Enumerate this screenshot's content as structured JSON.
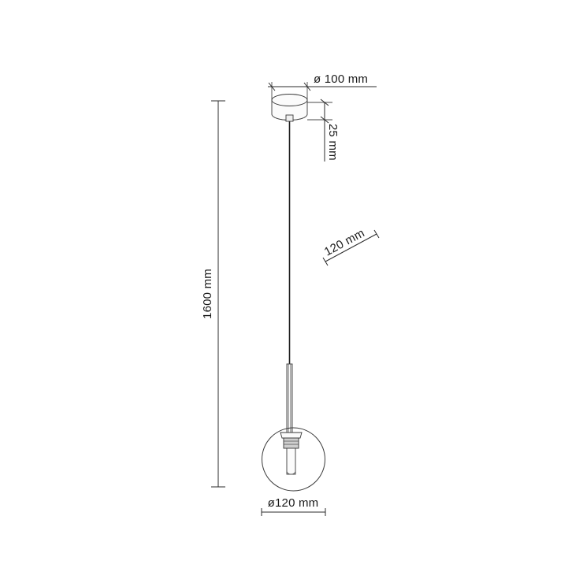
{
  "drawing": {
    "title": "Pendant lamp technical dimension drawing",
    "background_color": "#ffffff",
    "line_color": "#2b2b2b",
    "text_color": "#1a1a1a",
    "units": "mm"
  },
  "dimensions": {
    "canopy_diameter": {
      "label": "ø 100 mm",
      "value": 100,
      "orientation": "horizontal",
      "position": "top"
    },
    "canopy_height": {
      "label": "25 mm",
      "value": 25,
      "orientation": "vertical-rotated",
      "position": "top-right"
    },
    "shade_callout": {
      "label": "120 mm",
      "value": 120,
      "orientation": "diagonal",
      "position": "middle-right"
    },
    "total_height": {
      "label": "1600 mm",
      "value": 1600,
      "orientation": "vertical-rotated",
      "position": "left"
    },
    "globe_diameter": {
      "label": "ø120 mm",
      "value": 120,
      "orientation": "horizontal",
      "position": "bottom"
    }
  },
  "parts": {
    "canopy": "ceiling-canopy",
    "cord": "suspension-cord",
    "rod": "lamp-rod",
    "socket": "lamp-socket",
    "globe": "glass-globe"
  }
}
